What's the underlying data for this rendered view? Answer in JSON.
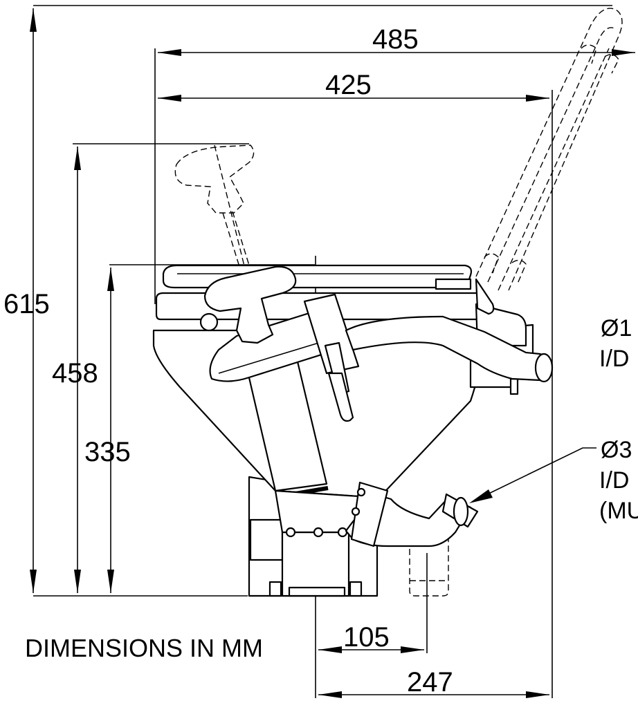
{
  "dimensions": {
    "overall_height": "615",
    "handle_height": "458",
    "seat_height": "335",
    "width_with_lever": "485",
    "bowl_width": "425",
    "outlet_offset": "105",
    "rear_offset": "247"
  },
  "note": "DIMENSIONS IN MM",
  "callouts": {
    "inlet_line1": "Ø1",
    "inlet_line2": "I/D",
    "outlet_line1": "Ø3",
    "outlet_line2": "I/D",
    "outlet_line3": "(MU"
  }
}
